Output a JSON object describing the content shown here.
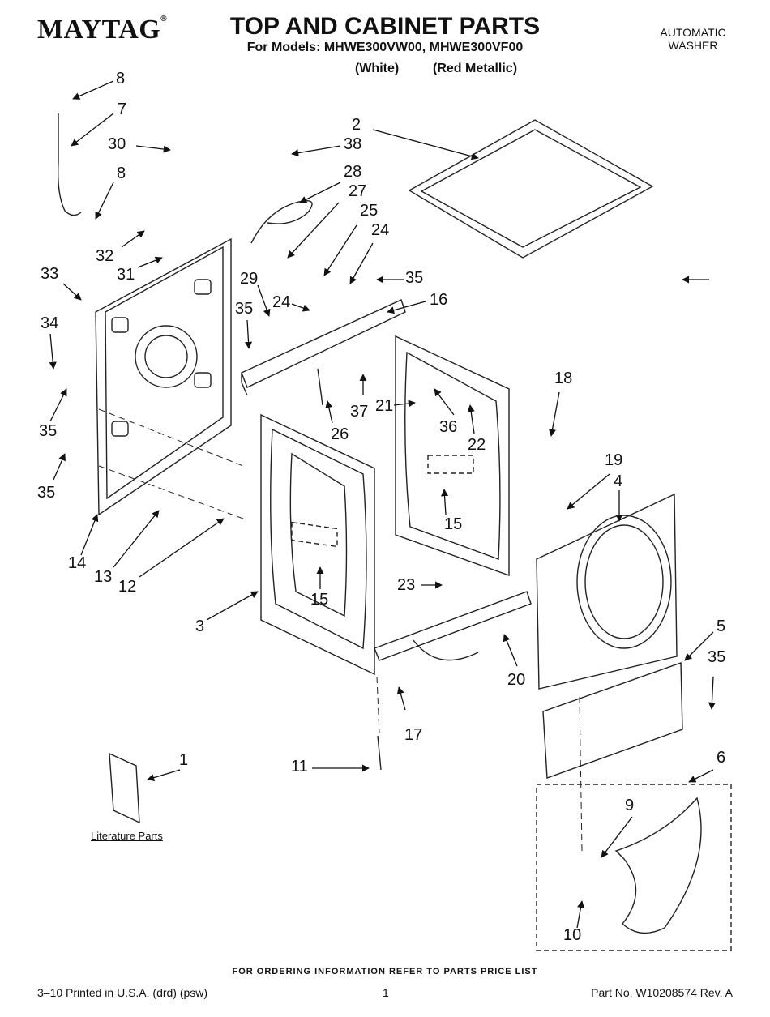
{
  "header": {
    "brand": "MAYTAG",
    "brand_mark": "®",
    "title": "TOP AND CABINET PARTS",
    "subtitle": "For Models: MHWE300VW00, MHWE300VF00",
    "variant_white": "(White)",
    "variant_red": "(Red Metallic)",
    "doc_type": [
      "AUTOMATIC",
      "WASHER"
    ]
  },
  "diagram": {
    "literature_label": "Literature Parts",
    "callouts": {
      "c8a": "8",
      "c7": "7",
      "c30": "30",
      "c38": "38",
      "c2": "2",
      "c8b": "8",
      "c28": "28",
      "c27": "27",
      "c25": "25",
      "c24a": "24",
      "c32": "32",
      "c31": "31",
      "c33": "33",
      "c29": "29",
      "c35a": "35",
      "c16": "16",
      "c24b": "24",
      "c35b": "35",
      "c34": "34",
      "c35c": "35",
      "c35d": "35",
      "c37": "37",
      "c21": "21",
      "c36": "36",
      "c22": "22",
      "c18": "18",
      "c26": "26",
      "c35e": "35",
      "c19": "19",
      "c4": "4",
      "c15a": "15",
      "c14": "14",
      "c13": "13",
      "c12": "12",
      "c23": "23",
      "c15b": "15",
      "c3": "3",
      "c5": "5",
      "c35f": "35",
      "c20": "20",
      "c17": "17",
      "c1": "1",
      "c11": "11",
      "c6": "6",
      "c9": "9",
      "c10": "10"
    }
  },
  "footer": {
    "ordering_note": "FOR ORDERING INFORMATION REFER TO PARTS PRICE LIST",
    "printed": "3–10 Printed in U.S.A. (drd) (psw)",
    "page": "1",
    "part_no": "Part No. W10208574 Rev. A"
  },
  "colors": {
    "ink": "#111111",
    "line": "#222222",
    "fill_light": "#f4f4f4"
  }
}
